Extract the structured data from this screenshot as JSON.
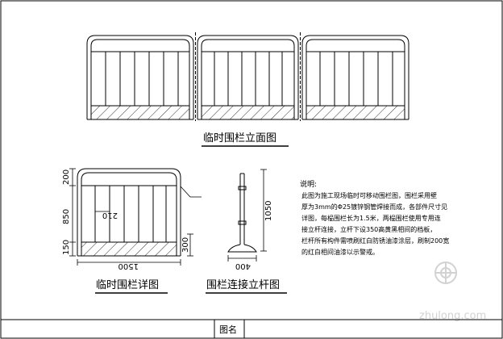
{
  "captions": {
    "elevation": "临时围栏立面图",
    "detail": "临时围栏详图",
    "post": "围栏连接立杆图"
  },
  "dimensions": {
    "height_upper": "200",
    "height_middle": "850",
    "height_lower": "150",
    "width": "1500",
    "inner_spacing": "210",
    "base_height": "300",
    "post_height": "1050",
    "post_base": "400"
  },
  "notes": {
    "title": "说明:",
    "lines": [
      "此图为施工现场临时可移动围栏图，围栏采用壁",
      "厚为3mm的Φ25镀锌钢管焊接而成，各部件尺寸见",
      "详图，每榀围栏长为1.5米，两榀围栏使用专用连",
      "接立杆连接，立杆下设350高黄黑相间的档板，",
      "栏杆所有构件需喷刷红白防锈油漆涂层，刷制200宽",
      "的红白相间油漆以示警戒。"
    ]
  },
  "title_block": {
    "label": "图名"
  },
  "watermark": {
    "site": "zhulong.com"
  }
}
